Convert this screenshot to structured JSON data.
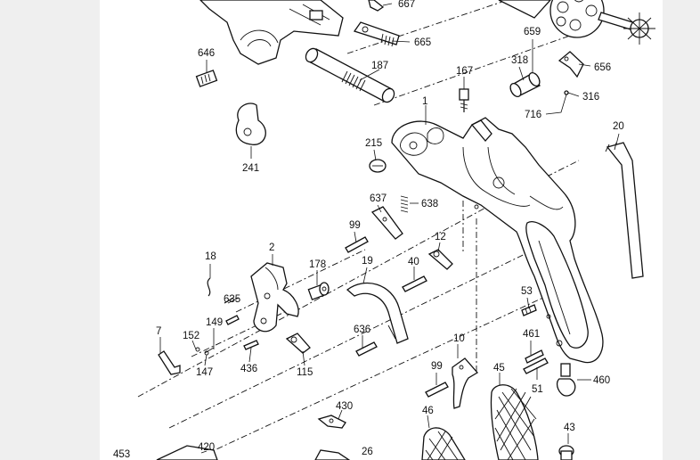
{
  "diagram": {
    "part_labels": [
      "667",
      "665",
      "659",
      "318",
      "656",
      "646",
      "187",
      "167",
      "316",
      "716",
      "1",
      "20",
      "215",
      "241",
      "637",
      "638",
      "99",
      "12",
      "2",
      "18",
      "178",
      "19",
      "40",
      "635",
      "53",
      "149",
      "152",
      "7",
      "147",
      "436",
      "115",
      "636",
      "461",
      "10",
      "99",
      "45",
      "460",
      "51",
      "430",
      "46",
      "43",
      "453",
      "420",
      "26"
    ]
  }
}
